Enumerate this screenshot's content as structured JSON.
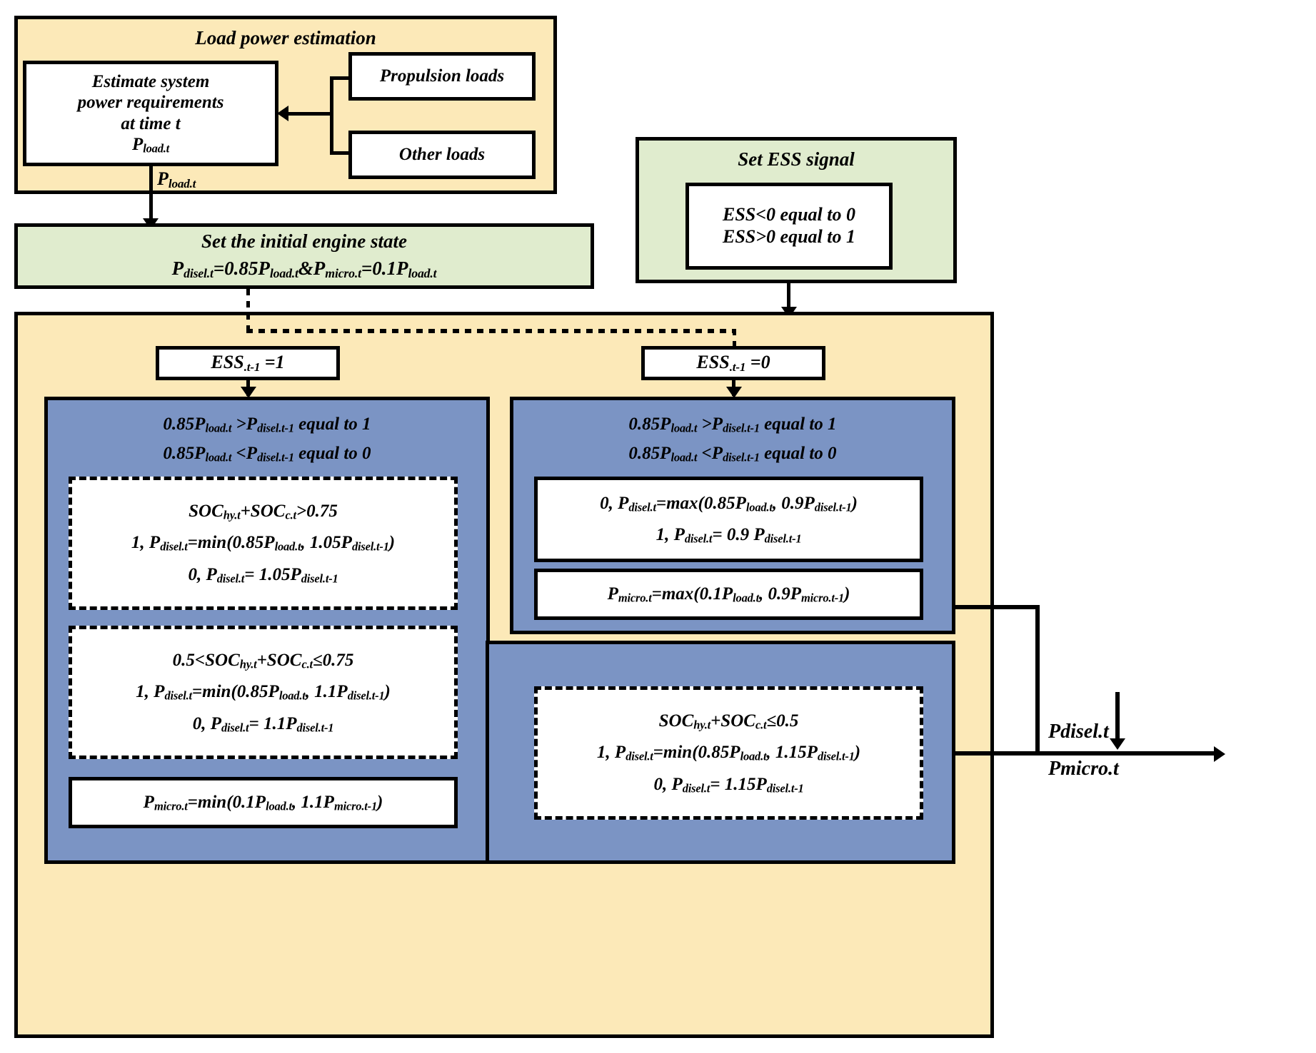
{
  "diagram": {
    "title": "Energy management strategy flowchart",
    "colors": {
      "yellow_group": "#fce9b8",
      "green_group": "#e0ecce",
      "blue_group": "#7b94c4",
      "white_box": "#ffffff",
      "stroke": "#000000"
    }
  },
  "load_power": {
    "group_title": "Load power estimation",
    "estimate_box": {
      "line1": "Estimate system",
      "line2": "power requirements",
      "line3": "at time t",
      "line4_sym": "P",
      "line4_sub": "load.t"
    },
    "propulsion_loads": "Propulsion loads",
    "other_loads": "Other loads",
    "edge_label_sym": "P",
    "edge_label_sub": "load.t"
  },
  "initial_engine": {
    "title": "Set the initial engine state",
    "equation_parts": [
      {
        "sym": "P",
        "sub": "disel.t"
      },
      {
        "txt": "=0.85"
      },
      {
        "sym": "P",
        "sub": "load.t"
      },
      {
        "txt": "&"
      },
      {
        "sym": "P",
        "sub": "micro.t"
      },
      {
        "txt": "=0.1"
      },
      {
        "sym": "P",
        "sub": "load.t"
      }
    ],
    "equation_text": "Pdisel.t=0.85Pload.t&Pmicro.t=0.1Pload.t"
  },
  "ess_signal": {
    "title": "Set ESS signal",
    "rule1": "ESS<0 equal to 0",
    "rule2": "ESS>0 equal to 1"
  },
  "branch_left": {
    "decision_label": "ESS",
    "decision_sub": ".t-1",
    "decision_value": " =1",
    "cond_line1": {
      "a": "0.85",
      "p1": "P",
      "s1": "load.t",
      "op": " >",
      "p2": "P",
      "s2": "disel.t-1",
      "tail": " equal to 1"
    },
    "cond_line2": {
      "a": "0.85",
      "p1": "P",
      "s1": "load.t",
      "op": " <",
      "p2": "P",
      "s2": "disel.t-1",
      "tail": " equal to 0"
    },
    "dashed_box_1": {
      "line1": "SOChy.t+SOCc.t>0.75",
      "line2": "1, Pdisel.t=min(0.85Pload.t, 1.05Pdisel.t-1)",
      "line3": "0, Pdisel.t= 1.05Pdisel.t-1"
    },
    "dashed_box_2": {
      "line1": "0.5<SOChy.t+SOCc.t≤0.75",
      "line2": "1, Pdisel.t=min(0.85Pload.t, 1.1Pdisel.t-1)",
      "line3": "0, Pdisel.t= 1.1Pdisel.t-1"
    },
    "micro_box": "Pmicro.t=min(0.1Pload.t, 1.1Pmicro.t-1)"
  },
  "branch_right": {
    "decision_label": "ESS",
    "decision_sub": ".t-1",
    "decision_value": " =0",
    "cond_line1": {
      "a": "0.85",
      "p1": "P",
      "s1": "load.t",
      "op": " >",
      "p2": "P",
      "s2": "disel.t-1",
      "tail": " equal to 1"
    },
    "cond_line2": {
      "a": "0.85",
      "p1": "P",
      "s1": "load.t",
      "op": " <",
      "p2": "P",
      "s2": "disel.t-1",
      "tail": " equal to 0"
    },
    "white_box_1": {
      "line1": "0, Pdisel.t=max(0.85Pload.t, 0.9Pdisel.t-1)",
      "line2": "1, Pdisel.t= 0.9 Pdisel.t-1"
    },
    "micro_box": "Pmicro.t=max(0.1Pload.t, 0.9Pmicro.t-1)",
    "dashed_box_1": {
      "line1": "SOChy.t+SOCc.t≤0.5",
      "line2": "1, Pdisel.t=min(0.85Pload.t, 1.15Pdisel.t-1)",
      "line3": "0, Pdisel.t= 1.15Pdisel.t-1"
    }
  },
  "outputs": {
    "out1": "Pdisel.t",
    "out2": "Pmicro.t"
  }
}
